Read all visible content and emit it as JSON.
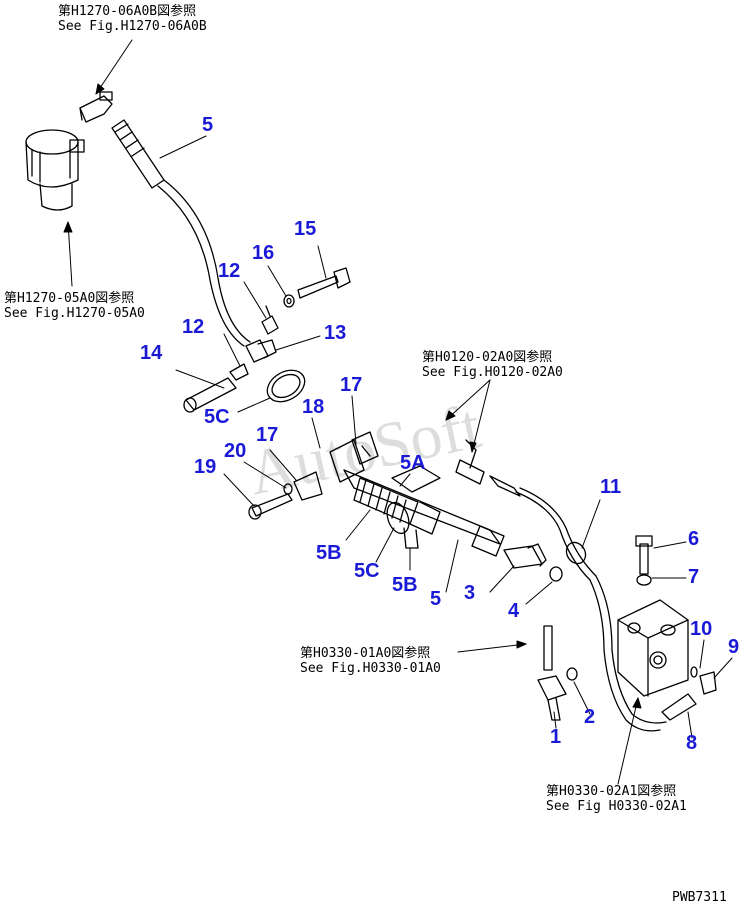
{
  "references": [
    {
      "id": "ref-h1270-06a0b",
      "line1": "第H1270-06A0B図参照",
      "line2": "See Fig.H1270-06A0B"
    },
    {
      "id": "ref-h1270-05a0",
      "line1": "第H1270-05A0図参照",
      "line2": "See Fig.H1270-05A0"
    },
    {
      "id": "ref-h0120-02a0",
      "line1": "第H0120-02A0図参照",
      "line2": "See Fig.H0120-02A0"
    },
    {
      "id": "ref-h0330-01a0",
      "line1": "第H0330-01A0図参照",
      "line2": "See Fig.H0330-01A0"
    },
    {
      "id": "ref-h0330-02a1",
      "line1": "第H0330-02A1図参照",
      "line2": "See Fig H0330-02A1"
    }
  ],
  "callouts": [
    "5",
    "15",
    "16",
    "12",
    "12",
    "13",
    "14",
    "5C",
    "17",
    "18",
    "17",
    "20",
    "19",
    "5A",
    "5B",
    "5C",
    "5B",
    "5",
    "11",
    "6",
    "7",
    "3",
    "4",
    "10",
    "9",
    "2",
    "1",
    "8"
  ],
  "drawing_code": "PWB7311",
  "watermark": "AutoSoft",
  "colors": {
    "callout": "#1a1ad6",
    "line": "#000000"
  }
}
